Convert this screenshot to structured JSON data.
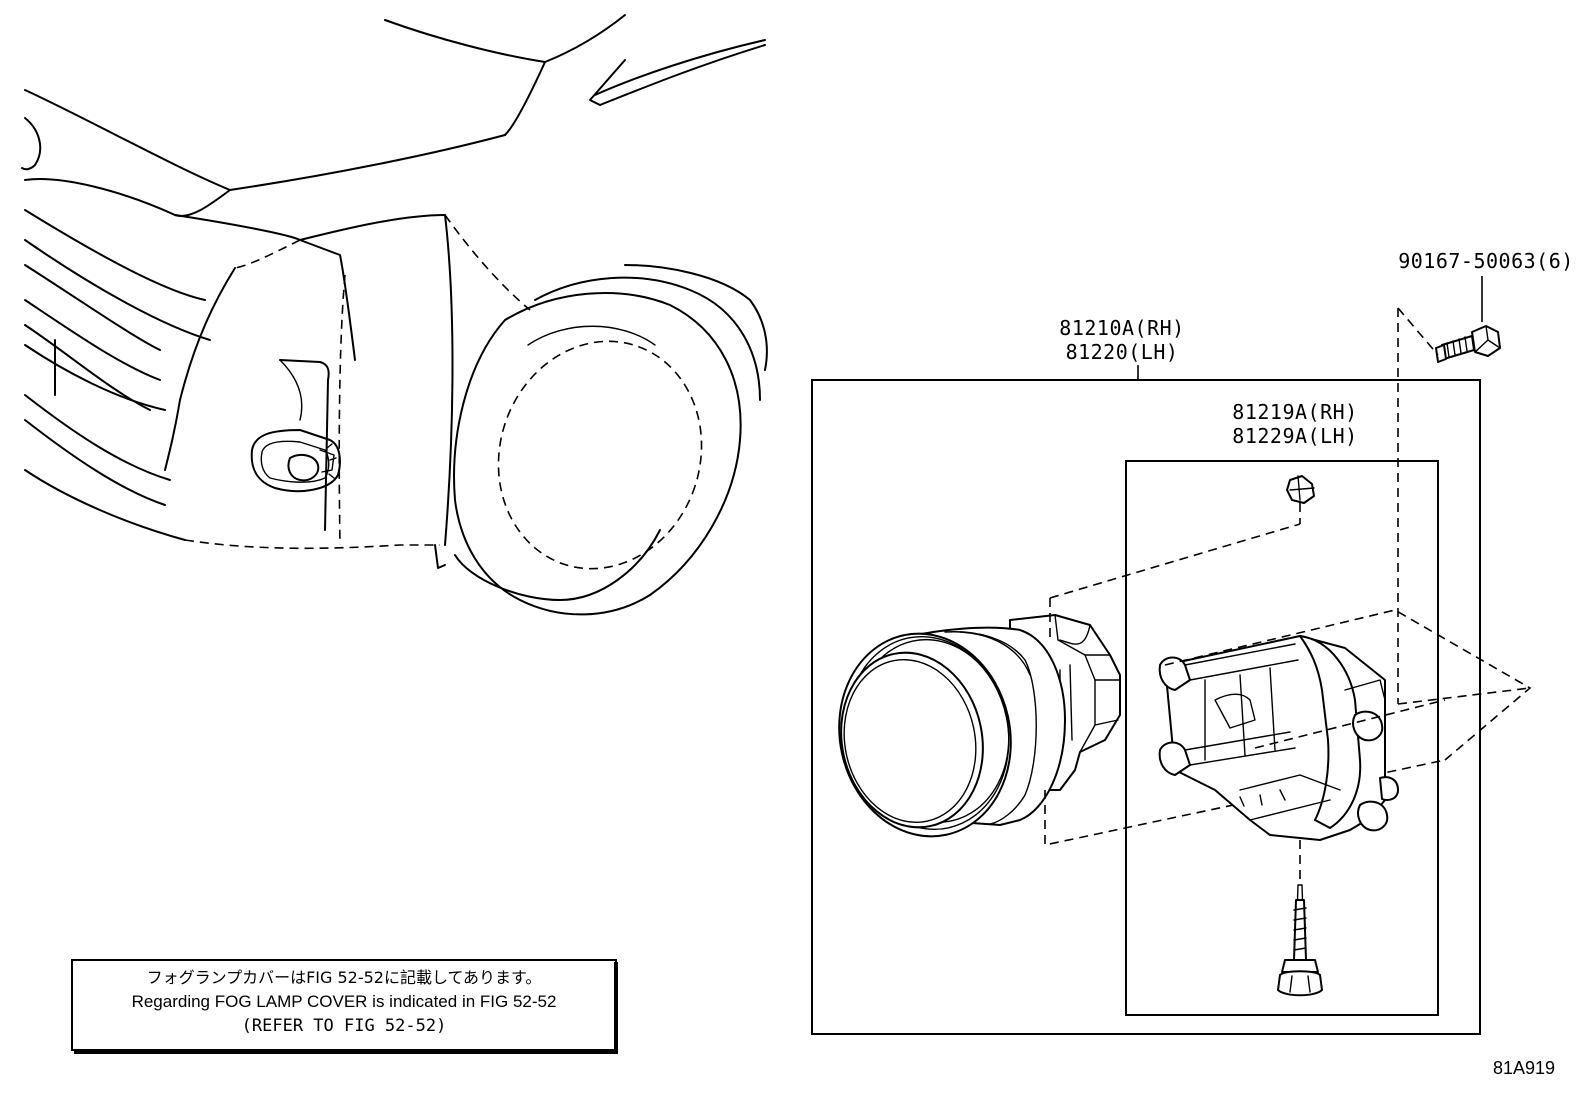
{
  "parts": {
    "assembly_rh": "81210A(RH)",
    "assembly_lh": "81220(LH)",
    "bracket_rh": "81219A(RH)",
    "bracket_lh": "81229A(LH)",
    "screw": "90167-50063(6)"
  },
  "note": {
    "japanese": "フォグランプカバーはFIG 52-52に記載してあります。",
    "english": "Regarding FOG LAMP COVER is indicated in FIG 52-52",
    "refer": "(REFER TO FIG 52-52)"
  },
  "figure_code": "81A919"
}
